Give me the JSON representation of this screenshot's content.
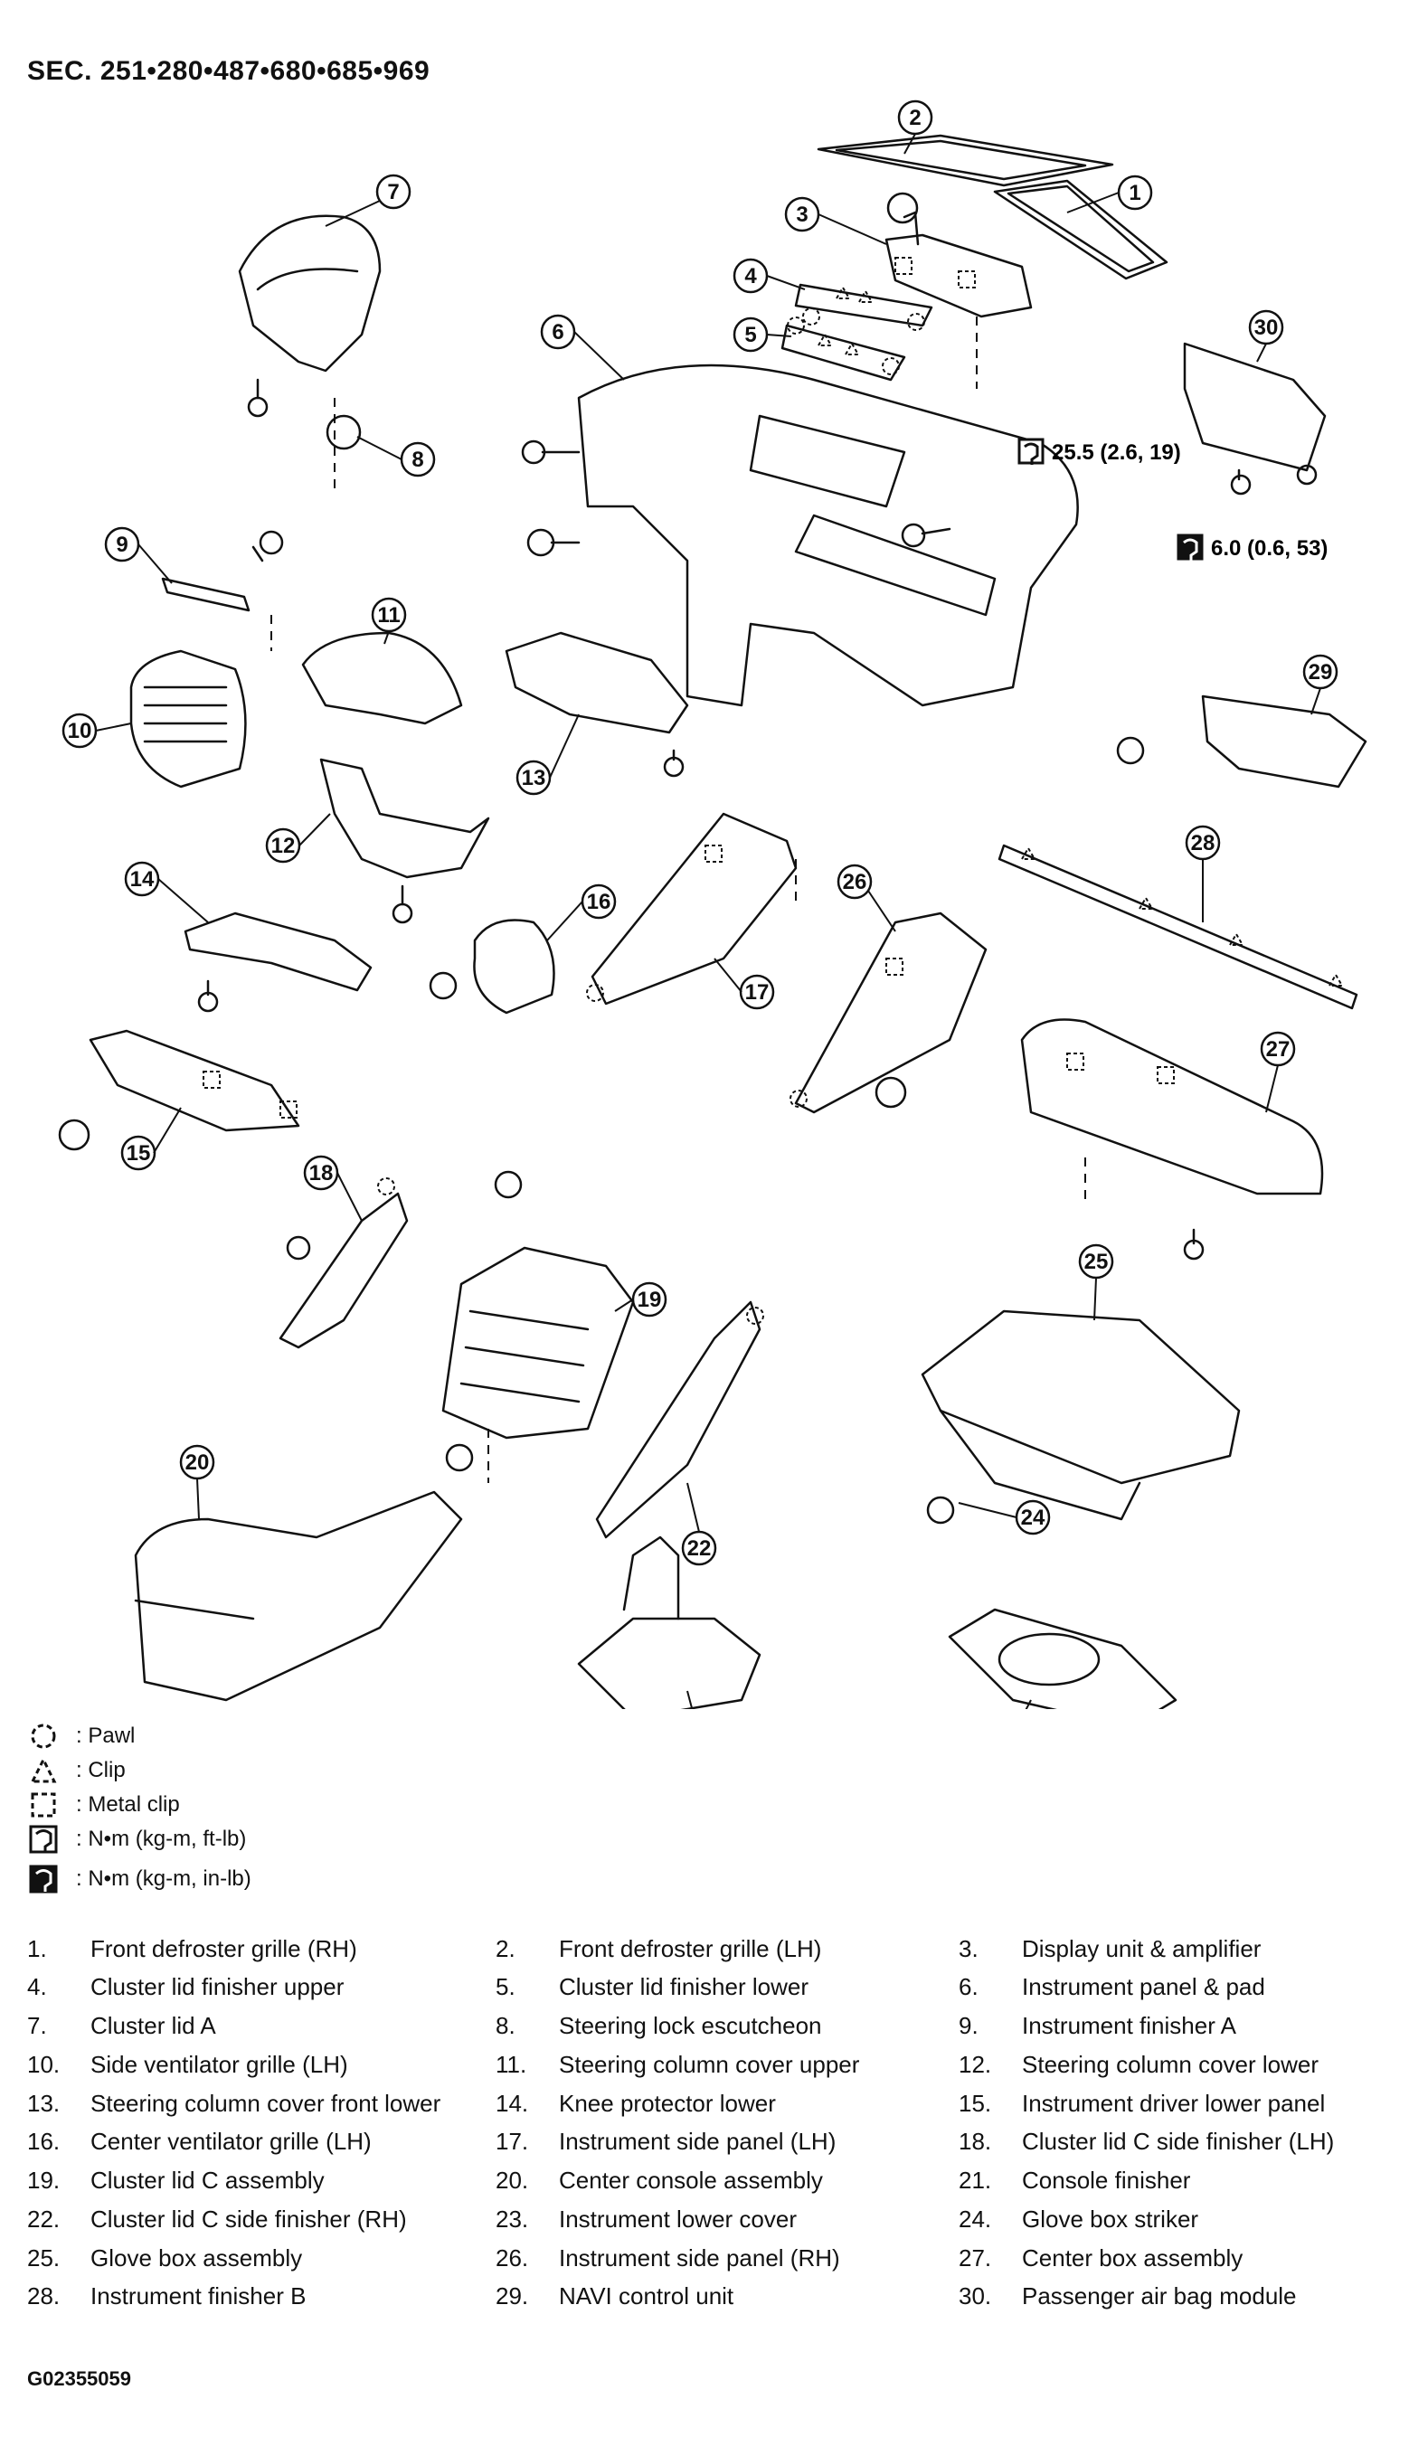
{
  "header": {
    "section": "SEC. 251•280•487•680•685•969"
  },
  "torque": {
    "spec_1": "25.5 (2.6, 19)",
    "spec_2": "6.0 (0.6, 53)"
  },
  "legend": [
    {
      "icon": "pawl-icon",
      "label": ": Pawl"
    },
    {
      "icon": "clip-icon",
      "label": ": Clip"
    },
    {
      "icon": "metal-clip-icon",
      "label": ": Metal clip"
    },
    {
      "icon": "torque-wrench-icon",
      "label": ": N•m (kg-m, ft-lb)"
    },
    {
      "icon": "torque-wrench-filled-icon",
      "label": ": N•m (kg-m, in-lb)"
    }
  ],
  "parts": [
    {
      "num": "1.",
      "name": "Front defroster grille (RH)"
    },
    {
      "num": "2.",
      "name": "Front defroster grille (LH)"
    },
    {
      "num": "3.",
      "name": "Display unit & amplifier"
    },
    {
      "num": "4.",
      "name": "Cluster lid finisher upper"
    },
    {
      "num": "5.",
      "name": "Cluster lid finisher lower"
    },
    {
      "num": "6.",
      "name": "Instrument panel & pad"
    },
    {
      "num": "7.",
      "name": "Cluster lid A"
    },
    {
      "num": "8.",
      "name": "Steering lock escutcheon"
    },
    {
      "num": "9.",
      "name": "Instrument finisher A"
    },
    {
      "num": "10.",
      "name": "Side ventilator grille (LH)"
    },
    {
      "num": "11.",
      "name": "Steering column cover upper"
    },
    {
      "num": "12.",
      "name": "Steering column cover lower"
    },
    {
      "num": "13.",
      "name": "Steering column cover front lower"
    },
    {
      "num": "14.",
      "name": "Knee protector lower"
    },
    {
      "num": "15.",
      "name": "Instrument driver lower panel"
    },
    {
      "num": "16.",
      "name": "Center ventilator grille (LH)"
    },
    {
      "num": "17.",
      "name": "Instrument side panel (LH)"
    },
    {
      "num": "18.",
      "name": "Cluster lid C side finisher (LH)"
    },
    {
      "num": "19.",
      "name": "Cluster lid C assembly"
    },
    {
      "num": "20.",
      "name": "Center console assembly"
    },
    {
      "num": "21.",
      "name": "Console finisher"
    },
    {
      "num": "22.",
      "name": "Cluster lid C side finisher (RH)"
    },
    {
      "num": "23.",
      "name": "Instrument lower cover"
    },
    {
      "num": "24.",
      "name": "Glove box striker"
    },
    {
      "num": "25.",
      "name": "Glove box assembly"
    },
    {
      "num": "26.",
      "name": "Instrument side panel (RH)"
    },
    {
      "num": "27.",
      "name": "Center box assembly"
    },
    {
      "num": "28.",
      "name": "Instrument finisher B"
    },
    {
      "num": "29.",
      "name": "NAVI control unit"
    },
    {
      "num": "30.",
      "name": "Passenger air bag module"
    }
  ],
  "footer": {
    "figure_id": "G02355059"
  }
}
